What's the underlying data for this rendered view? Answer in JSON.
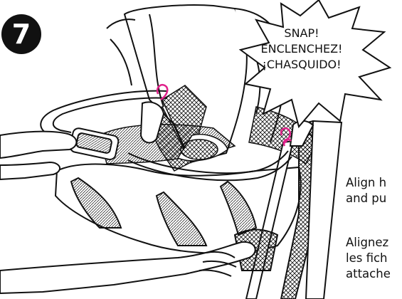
{
  "step": {
    "number": "7"
  },
  "callout": {
    "lines": [
      "SNAP!",
      "ENCLENCHEZ!",
      "¡CHASQUIDO!"
    ]
  },
  "instructions": {
    "english": [
      "Align h",
      "and pu"
    ],
    "french": [
      "Alignez",
      "les fich",
      "attache"
    ]
  },
  "colors": {
    "line_art": "#111111",
    "highlight": "#e0218a",
    "background": "#ffffff"
  }
}
